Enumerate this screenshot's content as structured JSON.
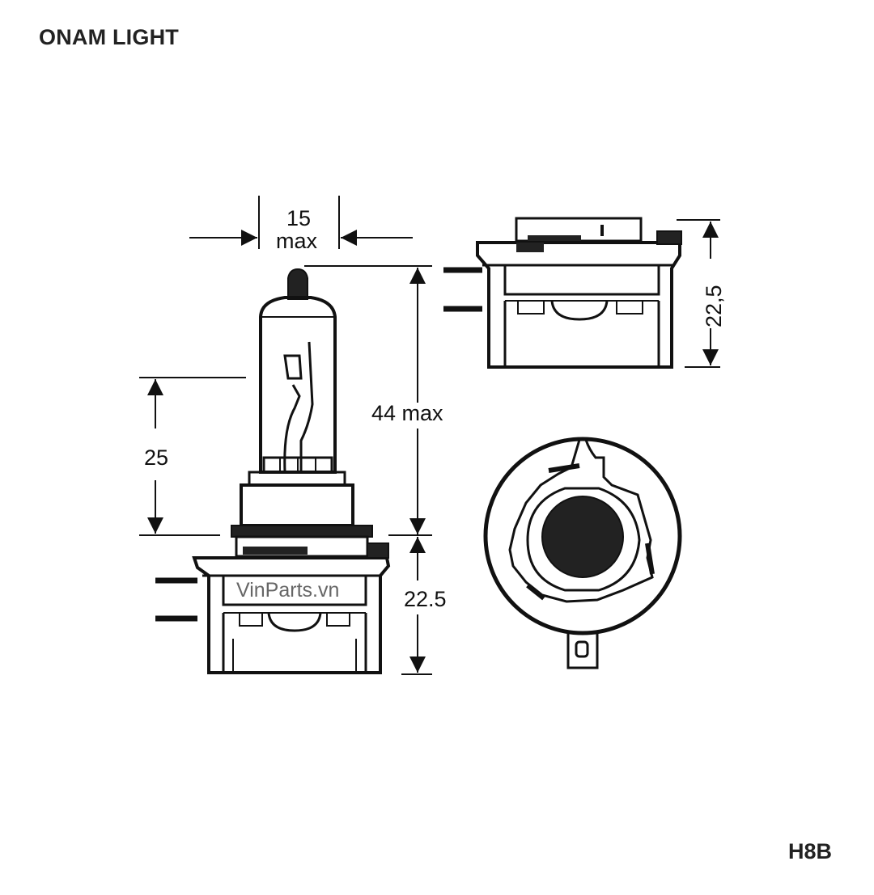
{
  "header": {
    "brand": "ONAM LIGHT"
  },
  "footer": {
    "model": "H8B"
  },
  "dimensions": {
    "width_top": "15",
    "width_top_unit": "max",
    "overall_height": "44 max",
    "light_center": "25",
    "base_height": "22.5",
    "side_base_height": "22,5"
  },
  "watermark": "VinParts.vn"
}
